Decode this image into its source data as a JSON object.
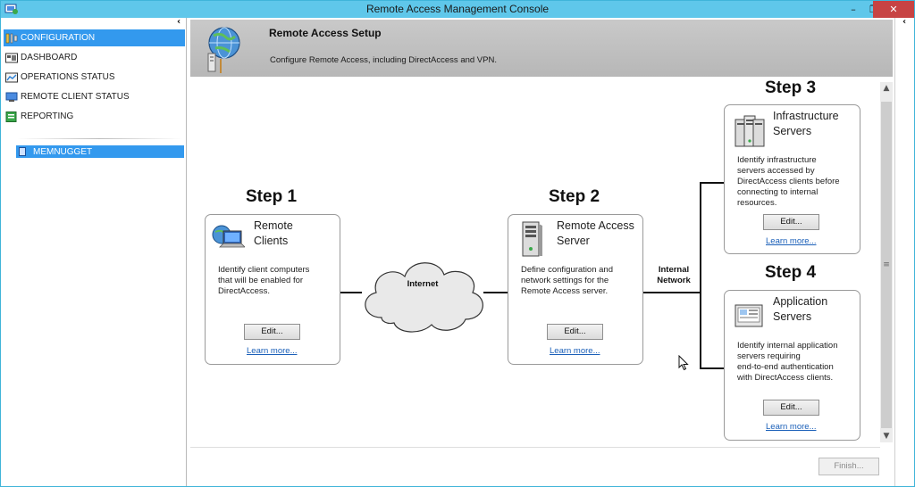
{
  "window": {
    "title": "Remote Access Management Console",
    "minimize": "–",
    "restore": "❐",
    "close": "✕"
  },
  "nav": {
    "collapse": "‹",
    "items": [
      {
        "label": "CONFIGURATION",
        "icon": "configuration-icon",
        "selected": true
      },
      {
        "label": "DASHBOARD",
        "icon": "dashboard-icon",
        "selected": false
      },
      {
        "label": "OPERATIONS STATUS",
        "icon": "operations-status-icon",
        "selected": false
      },
      {
        "label": "REMOTE CLIENT STATUS",
        "icon": "remote-client-status-icon",
        "selected": false
      },
      {
        "label": "REPORTING",
        "icon": "reporting-icon",
        "selected": false
      }
    ],
    "server": "MEMNUGGET"
  },
  "right_pane": {
    "collapse": "‹"
  },
  "banner": {
    "title": "Remote Access Setup",
    "subtitle": "Configure Remote Access, including DirectAccess and VPN."
  },
  "steps": {
    "step1": {
      "label": "Step 1",
      "title_line1": "Remote",
      "title_line2": "Clients",
      "desc_line1": "Identify client computers",
      "desc_line2": "that will be enabled for",
      "desc_line3": "DirectAccess.",
      "edit": "Edit...",
      "learn": "Learn more..."
    },
    "step2": {
      "label": "Step 2",
      "title_line1": "Remote Access",
      "title_line2": "Server",
      "desc_line1": "Define configuration and",
      "desc_line2": "network settings for the",
      "desc_line3": "Remote Access server.",
      "edit": "Edit...",
      "learn": "Learn more..."
    },
    "step3": {
      "label": "Step 3",
      "title_line1": "Infrastructure",
      "title_line2": "Servers",
      "desc_line1": "Identify infrastructure",
      "desc_line2": "servers accessed by",
      "desc_line3": "DirectAccess clients before",
      "desc_line4": "connecting to internal",
      "desc_line5": "resources.",
      "edit": "Edit...",
      "learn": "Learn more..."
    },
    "step4": {
      "label": "Step 4",
      "title_line1": "Application",
      "title_line2": "Servers",
      "desc_line1": "Identify internal application",
      "desc_line2": "servers requiring",
      "desc_line3": "end-to-end authentication",
      "desc_line4": "with DirectAccess clients.",
      "edit": "Edit...",
      "learn": "Learn more..."
    }
  },
  "network": {
    "internet": "Internet",
    "internal_line1": "Internal",
    "internal_line2": "Network"
  },
  "footer": {
    "finish": "Finish..."
  },
  "colors": {
    "titlebar": "#5fc7ea",
    "selected": "#3399ee",
    "link": "#1a5fb8",
    "close": "#c74343"
  }
}
